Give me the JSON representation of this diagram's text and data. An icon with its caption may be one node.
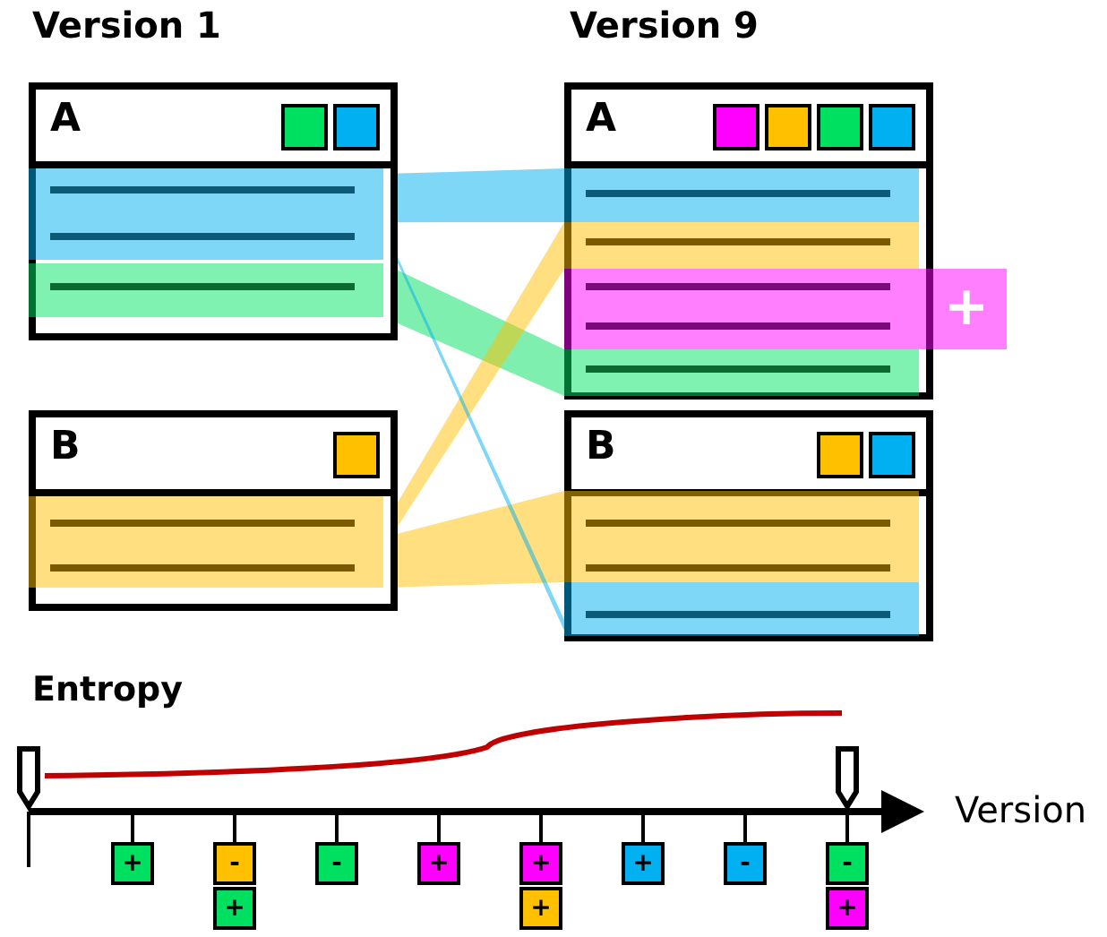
{
  "diagram": {
    "nodes": [
      {
        "text": [
          "A"
        ]
      },
      {
        "text": [],
        "shape": "bar",
        "in": 0
      },
      {
        "text": [],
        "shape": "bar",
        "in": 0
      },
      {
        "text": [
          "B"
        ]
      },
      {
        "text": [],
        "shape": "bar",
        "in": 3
      },
      {
        "text": [
          "A"
        ]
      },
      {
        "text": [],
        "shape": "bar",
        "in": 5
      },
      {
        "text": [],
        "shape": "bar",
        "in": 5
      },
      {
        "text": [
          "+"
        ]
      },
      {
        "text": [],
        "shape": "bar",
        "in": 5
      },
      {
        "text": [
          "B"
        ]
      },
      {
        "text": [],
        "shape": "bar",
        "in": 10
      },
      {
        "text": [],
        "shape": "bar",
        "in": 10
      }
    ],
    "edges": [
      {
        "from": 1,
        "to": 6,
        "arrow": "none",
        "color": "#00b0f0"
      },
      {
        "from": 2,
        "to": 9,
        "arrow": "none",
        "color": "#00e060"
      },
      {
        "from": 4,
        "to": 7,
        "arrow": "none",
        "color": "#ffc000"
      },
      {
        "from": 4,
        "to": 11,
        "arrow": "none",
        "color": "#ffc000"
      },
      {
        "from": 1,
        "to": 12,
        "arrow": "none",
        "color": "#00b0f0"
      }
    ],
    "labels": [
      "Version 1",
      "Version 9",
      "Entropy",
      "Version",
      "+",
      "-",
      "+",
      "-",
      "+",
      "+",
      "+",
      "+",
      "-",
      "-",
      "+"
    ]
  }
}
